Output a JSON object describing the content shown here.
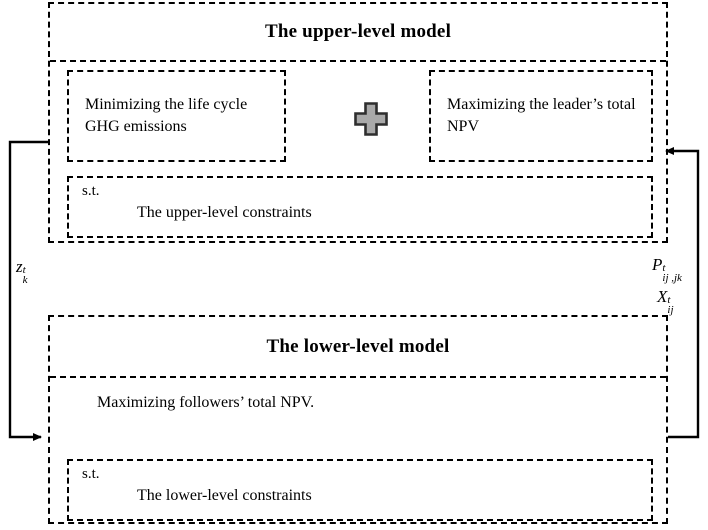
{
  "diagram": {
    "type": "bi-level-optimization-model",
    "upper_model": {
      "title": "The upper-level model",
      "objectives": [
        {
          "id": "ghg",
          "text": "Minimizing the life cycle GHG emissions"
        },
        {
          "id": "npv",
          "text": "Maximizing the leader’s total NPV"
        }
      ],
      "operator_icon": "plus-icon",
      "constraints": {
        "st_label": "s.t.",
        "text": "The upper-level constraints"
      }
    },
    "lower_model": {
      "title": "The lower-level model",
      "objective": "Maximizing followers’ total NPV.",
      "constraints": {
        "st_label": "s.t.",
        "text": "The lower-level constraints"
      }
    },
    "connectors": [
      {
        "id": "left-connector",
        "label_base": "z",
        "label_sup": "t",
        "label_sub": "k",
        "direction": "upper-to-lower"
      },
      {
        "id": "right-connector-p",
        "label_base": "P",
        "label_sup": "t",
        "label_sub": "ij ,jk",
        "direction": "lower-to-upper"
      },
      {
        "id": "right-connector-x",
        "label_base": "X",
        "label_sup": "t",
        "label_sub": "ij",
        "direction": "lower-to-upper"
      }
    ],
    "colors": {
      "stroke": "#000000",
      "background": "#ffffff",
      "plus_fill": "#a9a9a9",
      "plus_stroke": "#2e2e2e"
    }
  }
}
